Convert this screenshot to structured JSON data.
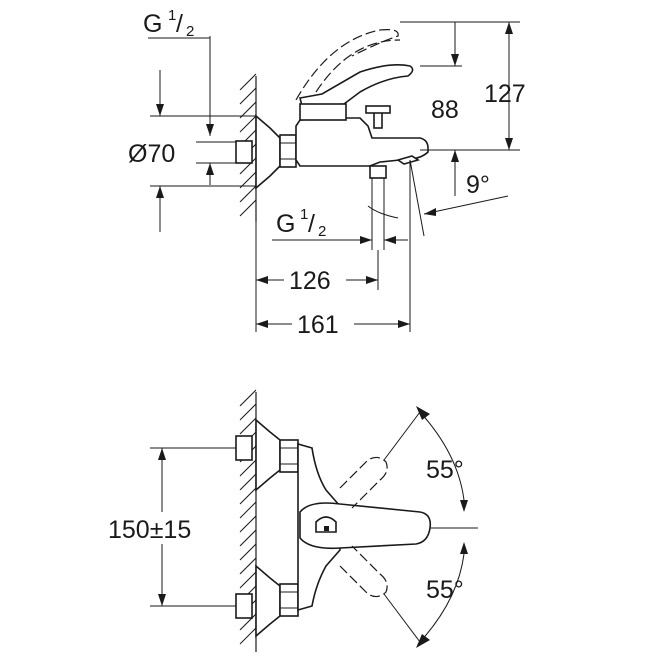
{
  "top_view": {
    "thread_top": {
      "main": "G",
      "frac_num": "1",
      "frac_den": "2"
    },
    "diameter": "Ø70",
    "dim_88": "88",
    "dim_127": "127",
    "angle_spout": "9°",
    "thread_bottom": {
      "main": "G",
      "frac_num": "1",
      "frac_den": "2"
    },
    "dim_126": "126",
    "dim_161": "161"
  },
  "front_view": {
    "spacing": "150±15",
    "angle_upper": "55°",
    "angle_lower": "55°"
  }
}
